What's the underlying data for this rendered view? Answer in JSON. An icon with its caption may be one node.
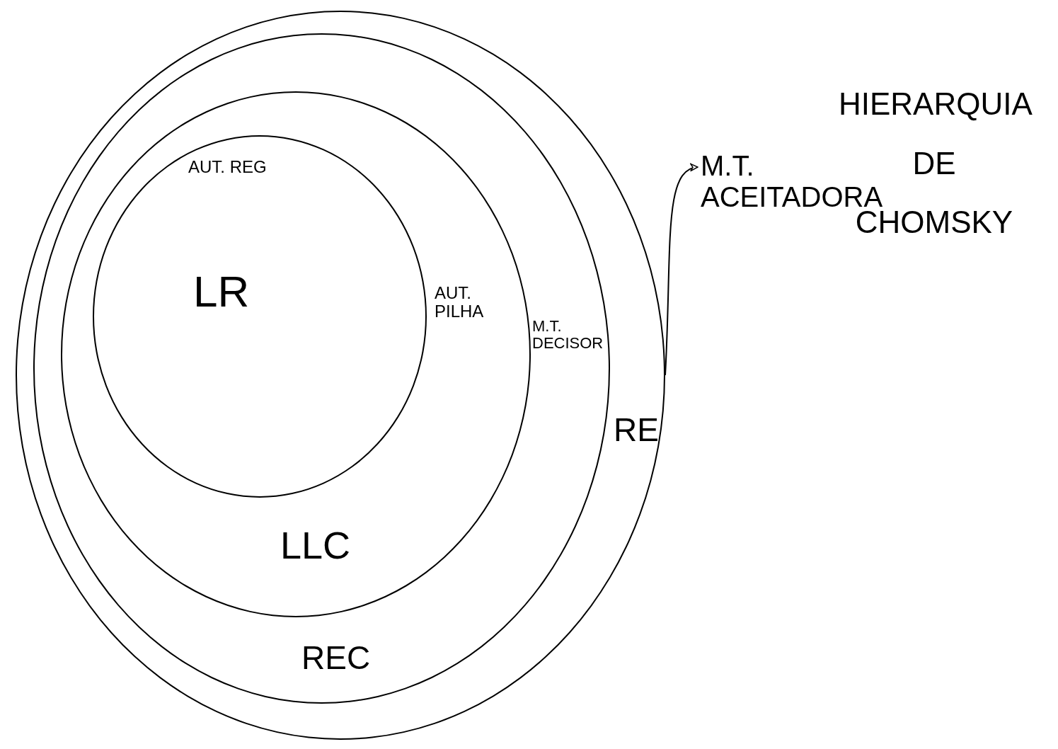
{
  "diagram": {
    "title": "HIERARQUIA DE CHOMSKY",
    "nodes": [
      {
        "text": [
          "RE"
        ]
      },
      {
        "text": [
          "M.T. DECISOR",
          "REC"
        ],
        "in": 0
      },
      {
        "text": [
          "AUT. PILHA",
          "LLC"
        ],
        "in": 1
      },
      {
        "text": [
          "AUT. REG",
          "LR"
        ],
        "in": 2
      },
      {
        "text": [
          "M.T. ACEITADORA"
        ]
      }
    ],
    "edges": [
      {
        "from": 0,
        "to": 4,
        "arrow": "to"
      }
    ]
  }
}
